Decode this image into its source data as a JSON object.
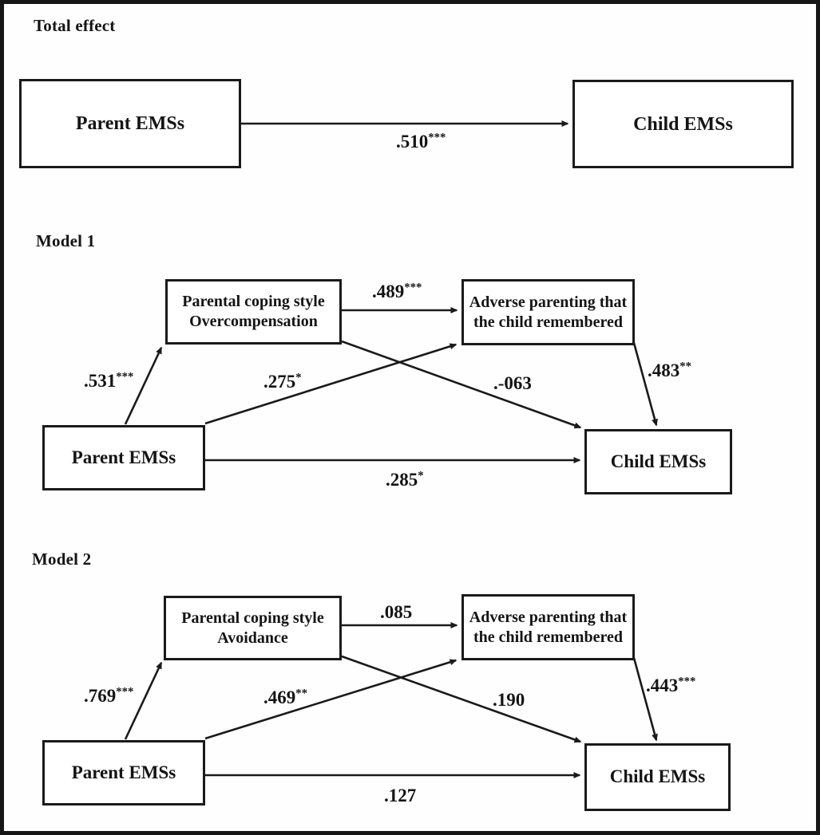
{
  "diagram": {
    "sections": [
      {
        "title": "Total effect",
        "boxes": [
          {
            "id": "parent",
            "label": "Parent EMSs"
          },
          {
            "id": "child",
            "label": "Child EMSs"
          }
        ],
        "coefficients": [
          {
            "path": "parent-to-child",
            "value": ".510",
            "stars": "***"
          }
        ]
      },
      {
        "title": "Model 1",
        "boxes": [
          {
            "id": "parent",
            "label": "Parent EMSs"
          },
          {
            "id": "mediator",
            "label": "Parental coping style",
            "label2": "Overcompensation"
          },
          {
            "id": "adverse",
            "label": "Adverse parenting that",
            "label2": "the child remembered"
          },
          {
            "id": "child",
            "label": "Child EMSs"
          }
        ],
        "coefficients": [
          {
            "path": "parent-to-mediator",
            "value": ".531",
            "stars": "***"
          },
          {
            "path": "mediator-to-adverse",
            "value": ".489",
            "stars": "***"
          },
          {
            "path": "parent-to-adverse",
            "value": ".275",
            "stars": "*"
          },
          {
            "path": "mediator-to-child",
            "value": ".-063",
            "stars": ""
          },
          {
            "path": "adverse-to-child",
            "value": ".483",
            "stars": "**"
          },
          {
            "path": "parent-to-child",
            "value": ".285",
            "stars": "*"
          }
        ]
      },
      {
        "title": "Model 2",
        "boxes": [
          {
            "id": "parent",
            "label": "Parent EMSs"
          },
          {
            "id": "mediator",
            "label": "Parental coping style",
            "label2": "Avoidance"
          },
          {
            "id": "adverse",
            "label": "Adverse parenting that",
            "label2": "the child remembered"
          },
          {
            "id": "child",
            "label": "Child EMSs"
          }
        ],
        "coefficients": [
          {
            "path": "parent-to-mediator",
            "value": ".769",
            "stars": "***"
          },
          {
            "path": "mediator-to-adverse",
            "value": ".085",
            "stars": ""
          },
          {
            "path": "parent-to-adverse",
            "value": ".469",
            "stars": "**"
          },
          {
            "path": "mediator-to-child",
            "value": ".190",
            "stars": ""
          },
          {
            "path": "adverse-to-child",
            "value": ".443",
            "stars": "***"
          },
          {
            "path": "parent-to-child",
            "value": ".127",
            "stars": ""
          }
        ]
      }
    ]
  }
}
